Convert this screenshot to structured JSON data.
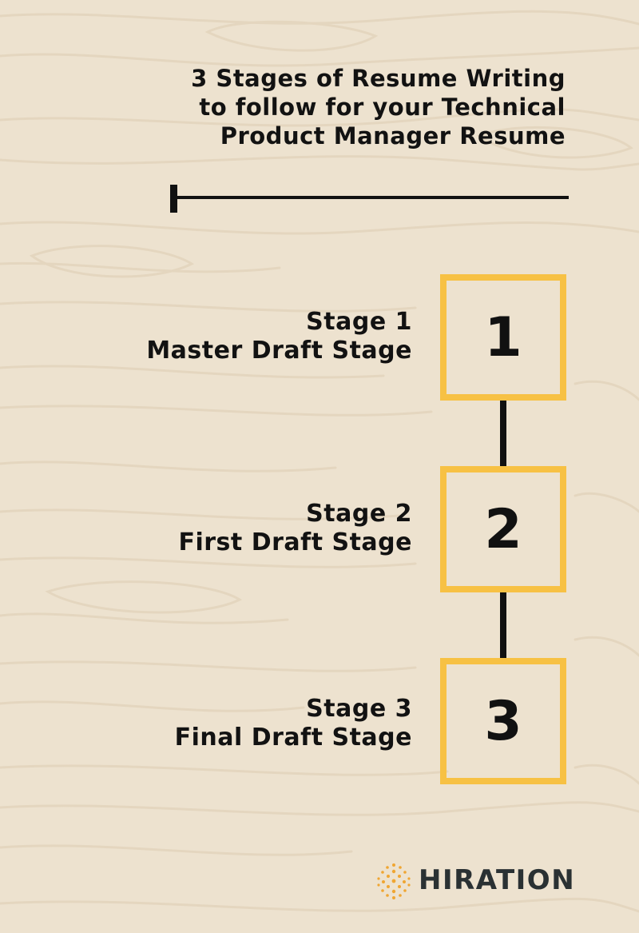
{
  "title": {
    "lines": [
      "3 Stages of Resume Writing",
      "to follow for your Technical",
      "Product Manager Resume"
    ]
  },
  "stages": [
    {
      "name": "Stage 1",
      "desc": "Master Draft Stage",
      "number": "1"
    },
    {
      "name": "Stage 2",
      "desc": "First Draft Stage",
      "number": "2"
    },
    {
      "name": "Stage 3",
      "desc": "Final Draft Stage",
      "number": "3"
    }
  ],
  "brand": {
    "name": "HIRATION",
    "icon": "hiration-dots-logo-icon"
  },
  "colors": {
    "background": "#ede2cf",
    "box_border": "#f7c144",
    "text": "#121212",
    "logo_dots": "#f0a632",
    "logo_text": "#2a3133"
  }
}
